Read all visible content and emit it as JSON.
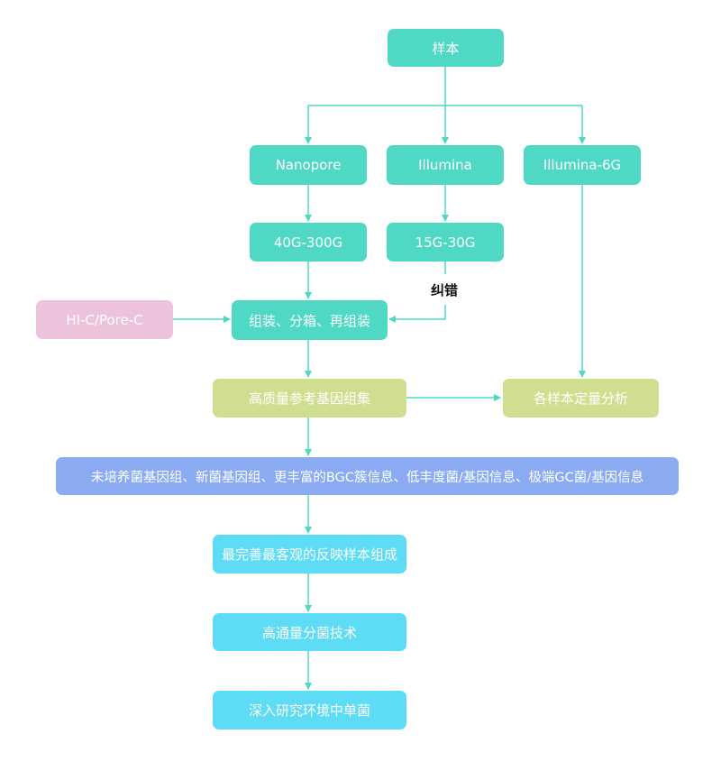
{
  "nodes": {
    "sample": "样本",
    "nanopore": "Nanopore",
    "illumina": "Illumina",
    "illumina_6g": "Illumina-6G",
    "nanopore_size": "40G-300G",
    "illumina_size": "15G-30G",
    "hic": "HI-C/Pore-C",
    "assembly": "组装、分箱、再组装",
    "hq_genome_set": "高质量参考基因组集",
    "quant": "各样本定量分析",
    "results": "未培养菌基因组、新菌基因组、更丰富的BGC簇信息、低丰度菌/基因信息、极端GC菌/基因信息",
    "composition": "最完善最客观的反映样本组成",
    "isolation": "高通量分菌技术",
    "single_strain": "深入研究环境中单菌"
  },
  "edge_labels": {
    "correction": "纠错"
  },
  "colors": {
    "teal": "#4fd8c4",
    "pink": "#edc2dc",
    "olive": "#d0df8f",
    "blue": "#8aabf2",
    "cyan": "#5edcf5",
    "arrow": "#4fd8c4"
  }
}
